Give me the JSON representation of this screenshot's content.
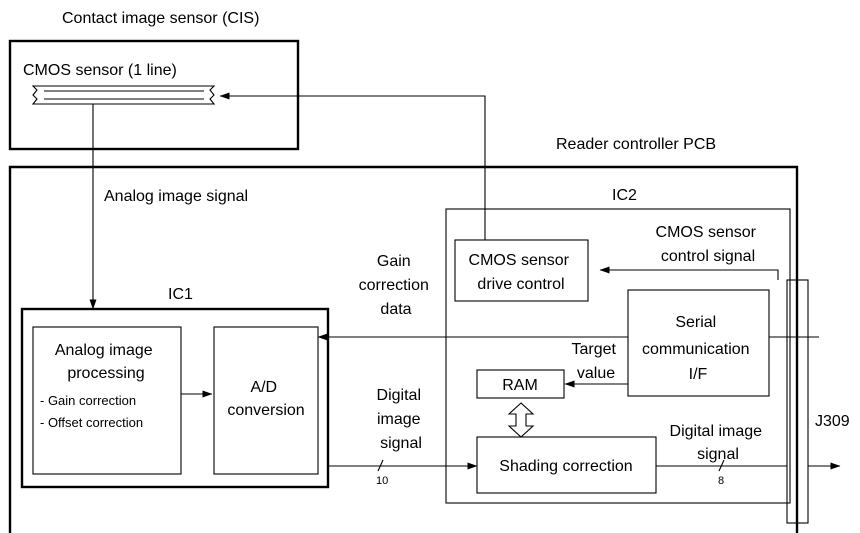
{
  "cis": {
    "title": "Contact image sensor (CIS)",
    "sensor_label": "CMOS sensor (1 line)"
  },
  "pcb": {
    "title": "Reader controller PCB",
    "analog_signal_label": "Analog image signal",
    "connector_label": "J309"
  },
  "ic1": {
    "title": "IC1",
    "analog_block": {
      "lines": [
        "Analog image",
        "processing"
      ],
      "items": [
        "- Gain correction",
        "- Offset correction"
      ]
    },
    "ad_block": {
      "lines": [
        "A/D",
        "conversion"
      ]
    }
  },
  "ic2": {
    "title": "IC2",
    "cmos_drive": {
      "lines": [
        "CMOS sensor",
        "drive control"
      ]
    },
    "serial": {
      "lines": [
        "Serial",
        "communication",
        "I/F"
      ]
    },
    "ram": "RAM",
    "shading": "Shading correction"
  },
  "signals": {
    "cmos_control": [
      "CMOS sensor",
      "control signal"
    ],
    "gain_correction": [
      "Gain",
      "correction",
      "data"
    ],
    "target_value": [
      "Target",
      "value"
    ],
    "digital_image_left": [
      "Digital",
      "image",
      "signal"
    ],
    "digital_image_right": [
      "Digital image",
      "signal"
    ],
    "bus_width_left": "10",
    "bus_width_right": "8"
  }
}
